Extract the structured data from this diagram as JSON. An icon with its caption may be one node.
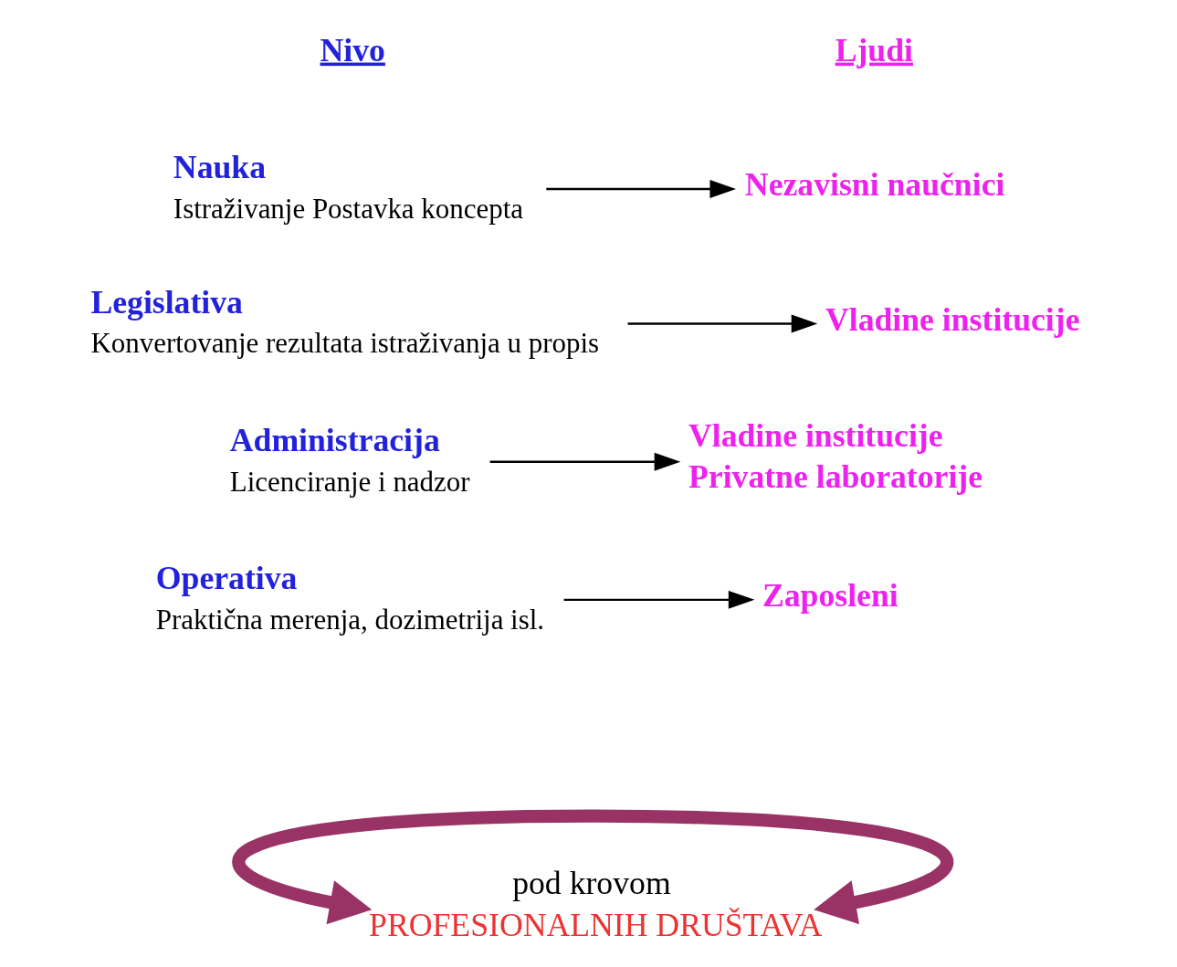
{
  "diagram": {
    "nodes": [
      {
        "text": [
          "Nauka",
          "Istraživanje Postavka koncepta"
        ]
      },
      {
        "text": [
          "Nezavisni naučnici"
        ]
      },
      {
        "text": [
          "Legislativa",
          "Konvertovanje rezultata istraživanja u propis"
        ]
      },
      {
        "text": [
          "Vladine institucije"
        ]
      },
      {
        "text": [
          "Administracija",
          "Licenciranje i nadzor"
        ]
      },
      {
        "text": [
          "Vladine institucije",
          "Privatne laboratorije"
        ]
      },
      {
        "text": [
          "Operativa",
          "Praktična merenja, dozimetrija isl."
        ]
      },
      {
        "text": [
          "Zaposleni"
        ]
      },
      {
        "text": [
          "pod krovom",
          "PROFESIONALNIH DRUŠTAVA"
        ]
      }
    ],
    "edges": [
      {
        "from": 0,
        "to": 1,
        "arrow": "to"
      },
      {
        "from": 2,
        "to": 3,
        "arrow": "to"
      },
      {
        "from": 4,
        "to": 5,
        "arrow": "to"
      },
      {
        "from": 6,
        "to": 7,
        "arrow": "to"
      },
      {
        "from": 8,
        "to": 8,
        "arrow": "both",
        "style": "thick",
        "color": "#993366"
      }
    ],
    "labels": [
      "Nivo",
      "Ljudi"
    ]
  }
}
